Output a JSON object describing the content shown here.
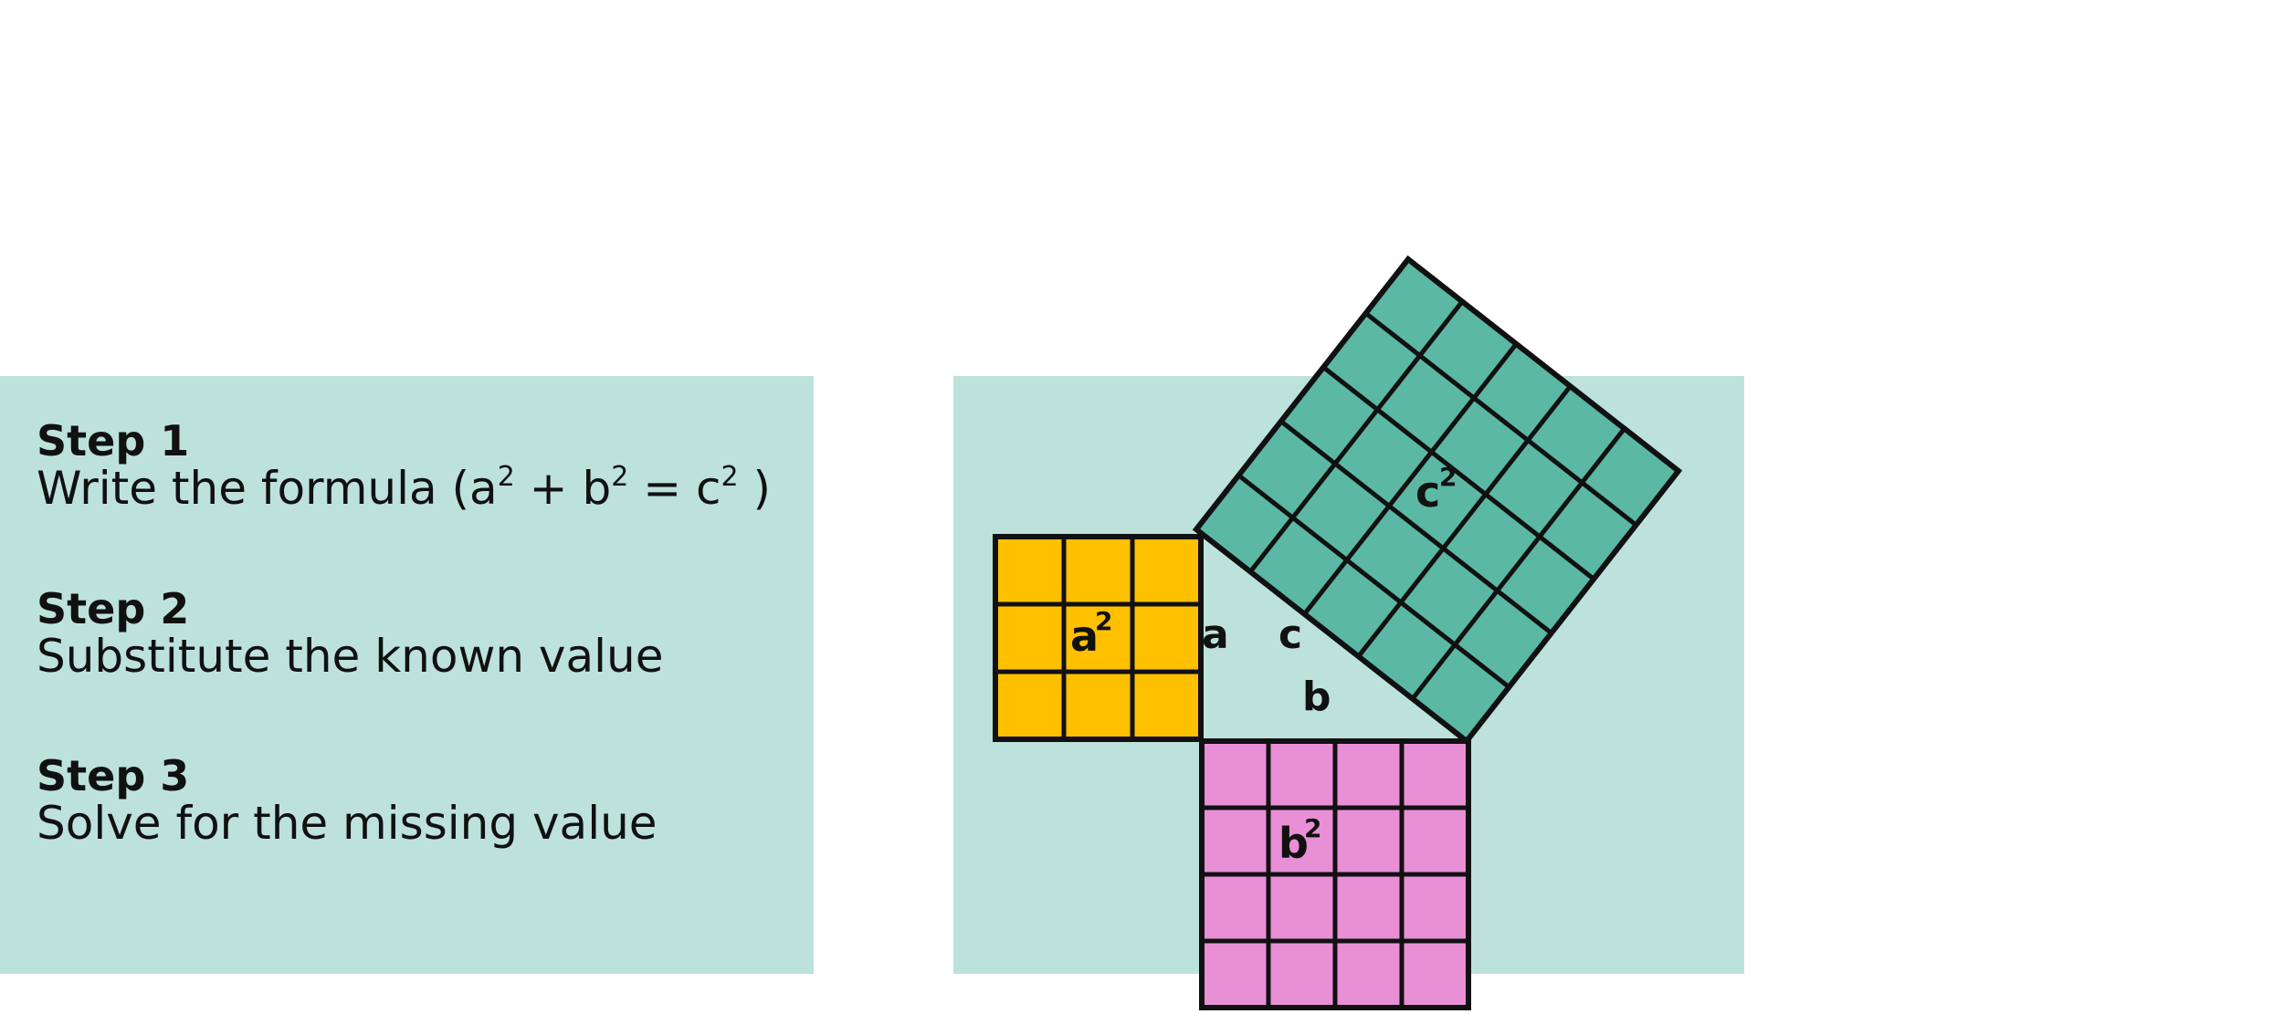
{
  "steps": [
    {
      "title": "Step 1",
      "text": "Write the formula (a",
      "sup1": "2",
      "mid1": " + b",
      "sup2": "2",
      "mid2": " = c",
      "sup3": "2",
      "end": " )"
    },
    {
      "title": "Step 2",
      "text": "Substitute the known value"
    },
    {
      "title": "Step 3",
      "text": "Solve for the missing value"
    }
  ],
  "diagram": {
    "square_a": {
      "label": "a",
      "exp": "2",
      "grid": 3,
      "color": "#ffc000"
    },
    "square_b": {
      "label": "b",
      "exp": "2",
      "grid": 4,
      "color": "#e98fd6"
    },
    "square_c": {
      "label": "c",
      "exp": "2",
      "grid": 5,
      "color": "#5bb8a5"
    },
    "side_a": "a",
    "side_b": "b",
    "side_c": "c",
    "panel_color": "#bde2db"
  }
}
